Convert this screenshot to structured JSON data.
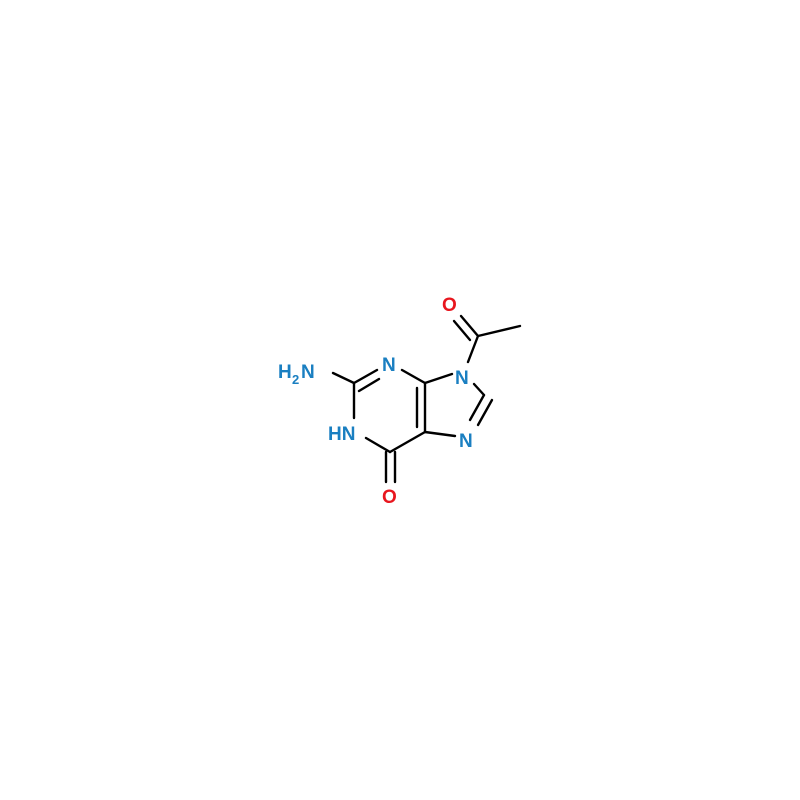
{
  "molecule": {
    "atoms": {
      "amine": "H",
      "amine_sub": "2",
      "amine_n": "N",
      "n3": "N",
      "n1h": "HN",
      "n9": "N",
      "n7": "N",
      "o_carbonyl": "O",
      "o_acetyl": "O"
    },
    "colors": {
      "nitrogen": "#1a7fc1",
      "oxygen": "#e8161e",
      "bond": "#000000",
      "background": "#ffffff"
    }
  }
}
